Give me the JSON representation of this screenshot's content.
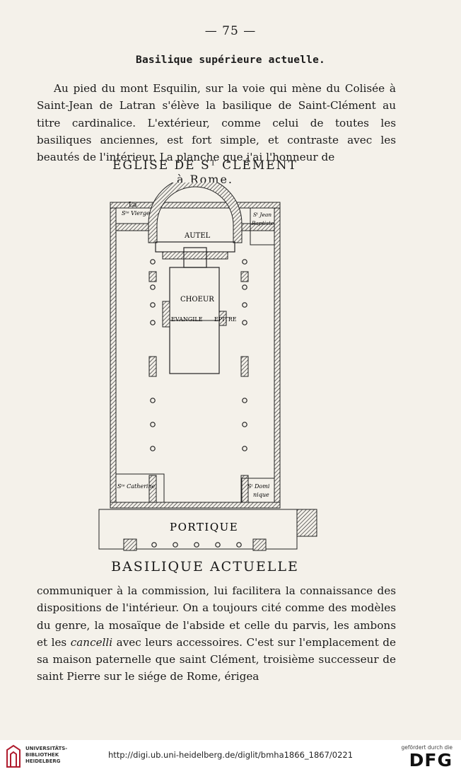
{
  "page": {
    "number": "— 75 —",
    "heading": "Basilique supérieure actuelle.",
    "paragraph_1": "Au pied du mont Esquilin, sur la voie qui mène du Colisée à Saint-Jean de Latran s'élève la basilique de Saint-Clément au titre cardinalice. L'extérieur, comme celui de toutes les basiliques anciennes, est fort simple, et contraste avec les beautés de l'intérieur. La planche que j'ai l'honneur de",
    "paragraph_2": "communiquer à la commission, lui facilitera la connaissance des dispositions de l'intérieur. On a toujours cité comme des modèles du genre, la mosaïque de l'abside et celle du parvis, les ambons et les cancelli avec leurs accessoires. C'est sur l'emplacement de sa maison paternelle que saint Clément, troisième successeur de saint Pierre sur le siége de Rome, érigea",
    "paragraph_2_parts": {
      "before": "communiquer à la commission, lui facilitera la connaissance des dispositions de l'intérieur. On a toujours cité comme des modèles du genre, la mosaïque de l'abside et celle du parvis, les ambons et les ",
      "italic": "cancelli",
      "after": " avec leurs accessoires. C'est sur l'emplacement de sa maison paternelle que saint Clément, troisième successeur de saint Pierre sur le siége de Rome, érigea"
    }
  },
  "plan": {
    "title": "ÉGLISE DE Sᵀ CLÉMENT",
    "subtitle": "à Rome.",
    "caption": "BASILIQUE ACTUELLE",
    "labels": {
      "la_vierge_1": "La",
      "la_vierge_2": "Sᵗᵉ Vierge",
      "st_jean_1": "Sᵗ Jean",
      "st_jean_2": "Baptiste",
      "autel": "AUTEL",
      "choeur": "CHOEUR",
      "evangile": "EVANGILE",
      "epitre": "EPITRE",
      "catherine": "Sᵗᵉ Catherine",
      "dominique_1": "Sᵗ Domi",
      "dominique_2": "nique",
      "portique": "PORTIQUE"
    }
  },
  "footer": {
    "library_line1": "UNIVERSITÄTS-",
    "library_line2": "BIBLIOTHEK",
    "library_line3": "HEIDELBERG",
    "url": "http://digi.ub.uni-heidelberg.de/diglit/bmha1866_1867/0221",
    "funded_by": "gefördert durch die",
    "dfg": "DFG"
  }
}
